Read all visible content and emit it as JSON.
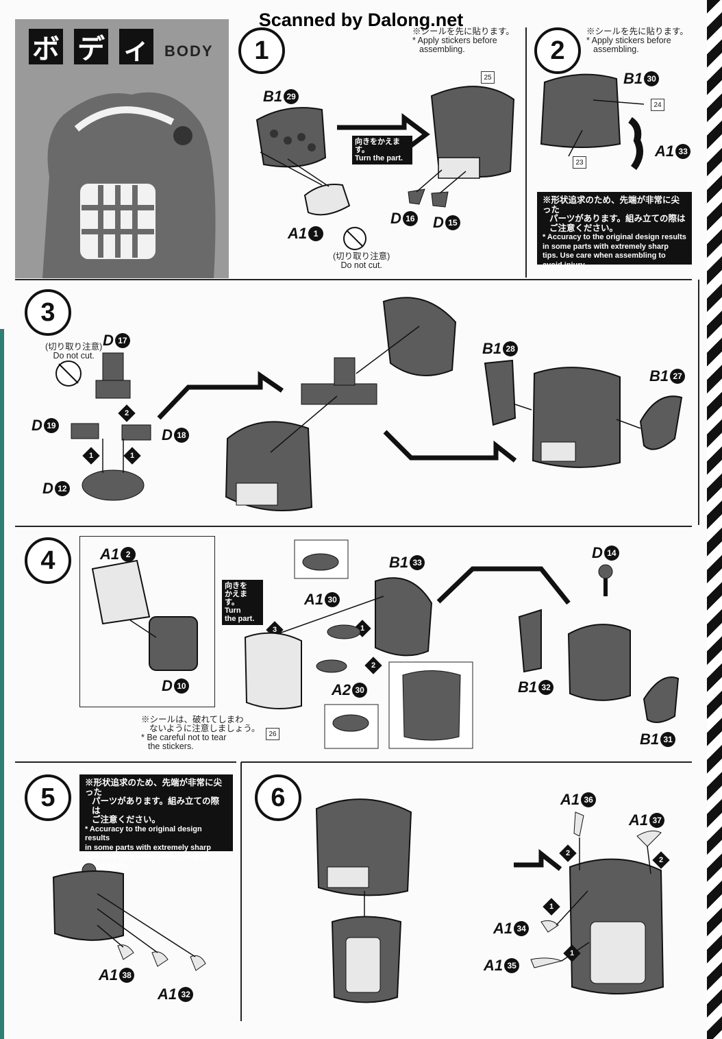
{
  "scan_credit": "Scanned by Dalong.net",
  "header": {
    "title_chars": [
      "ボ",
      "デ",
      "ィ"
    ],
    "title_en": "BODY"
  },
  "steps": [
    {
      "num": "1"
    },
    {
      "num": "2"
    },
    {
      "num": "3"
    },
    {
      "num": "4"
    },
    {
      "num": "5"
    },
    {
      "num": "6"
    }
  ],
  "notes": {
    "sticker_first_jp": "※シールを先に貼ります。",
    "sticker_first_en1": "* Apply stickers before",
    "sticker_first_en2": "assembling.",
    "turn_jp": "向きをかえます。",
    "turn_en": "Turn the part.",
    "turn4_jp1": "向きを",
    "turn4_jp2": "かえます。",
    "turn4_en1": "Turn",
    "turn4_en2": "the part.",
    "do_not_cut_jp": "(切り取り注意)",
    "do_not_cut_en": "Do not cut.",
    "tear_jp1": "※シールは、破れてしまわ",
    "tear_jp2": "ないように注意しましょう。",
    "tear_en1": "* Be careful not to tear",
    "tear_en2": "the stickers.",
    "warn_jp1": "※形状追求のため、先端が非常に尖った",
    "warn_jp2": "パーツがあります。組み立ての際は",
    "warn_jp3": "ご注意ください。",
    "warn_en1": "* Accuracy to the original design results",
    "warn_en2": "in some parts with extremely sharp",
    "warn_en3": "tips. Use care when assembling to",
    "warn_en4": "avoid injury."
  },
  "stickers": [
    "25",
    "24",
    "23",
    "26"
  ],
  "parts": {
    "s1": [
      {
        "code": "B1",
        "n": "29"
      },
      {
        "code": "A1",
        "n": "1"
      },
      {
        "code": "D",
        "n": "16"
      },
      {
        "code": "D",
        "n": "15"
      }
    ],
    "s2": [
      {
        "code": "B1",
        "n": "30"
      },
      {
        "code": "A1",
        "n": "33"
      }
    ],
    "s3": [
      {
        "code": "D",
        "n": "17"
      },
      {
        "code": "D",
        "n": "19"
      },
      {
        "code": "D",
        "n": "18"
      },
      {
        "code": "D",
        "n": "12"
      },
      {
        "code": "B1",
        "n": "28"
      },
      {
        "code": "B1",
        "n": "27"
      }
    ],
    "s4": [
      {
        "code": "A1",
        "n": "2"
      },
      {
        "code": "D",
        "n": "10"
      },
      {
        "code": "A1",
        "n": "30"
      },
      {
        "code": "B1",
        "n": "33"
      },
      {
        "code": "A2",
        "n": "30"
      },
      {
        "code": "D",
        "n": "14"
      },
      {
        "code": "B1",
        "n": "32"
      },
      {
        "code": "B1",
        "n": "31"
      }
    ],
    "s5": [
      {
        "code": "A1",
        "n": "38"
      },
      {
        "code": "A1",
        "n": "32"
      }
    ],
    "s6": [
      {
        "code": "A1",
        "n": "36"
      },
      {
        "code": "A1",
        "n": "37"
      },
      {
        "code": "A1",
        "n": "34"
      },
      {
        "code": "A1",
        "n": "35"
      }
    ]
  },
  "order_markers": [
    "1",
    "2",
    "3"
  ],
  "colors": {
    "ink": "#111111",
    "part_fill": "#5c5c5c",
    "light_part": "#e8e8e8",
    "hazard": "#111111",
    "edge_green": "#2f7f73"
  }
}
